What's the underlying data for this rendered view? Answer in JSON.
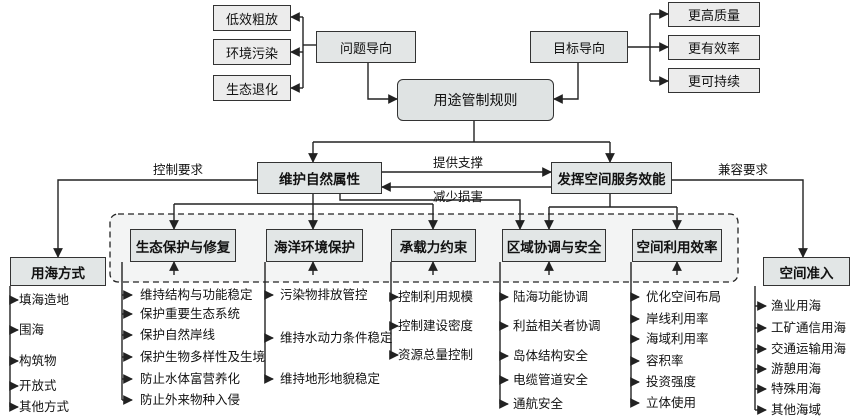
{
  "top_left": {
    "title": "问题导向",
    "items": [
      "低效粗放",
      "环境污染",
      "生态退化"
    ]
  },
  "top_right": {
    "title": "目标导向",
    "items": [
      "更高质量",
      "更有效率",
      "更可持续"
    ]
  },
  "center": "用途管制规则",
  "natural": "维护自然属性",
  "service": "发挥空间服务效能",
  "edge_labels": {
    "control": "控制要求",
    "support": "提供支撑",
    "reduce": "减少损害",
    "compat": "兼容要求"
  },
  "sea_use": {
    "title": "用海方式",
    "items": [
      "填海造地",
      "围海",
      "构筑物",
      "开放式",
      "其他方式"
    ]
  },
  "access": {
    "title": "空间准入",
    "items": [
      "渔业用海",
      "工矿通信用海",
      "交通运输用海",
      "游憩用海",
      "特殊用海",
      "其他海域"
    ]
  },
  "categories": [
    {
      "title": "生态保护与修复",
      "items": [
        "维持结构与功能稳定",
        "保护重要生态系统",
        "保护自然岸线",
        "保护生物多样性及生境",
        "防止水体富营养化",
        "防止外来物种入侵"
      ]
    },
    {
      "title": "海洋环境保护",
      "items": [
        "污染物排放管控",
        "维持水动力条件稳定",
        "维持地形地貌稳定"
      ]
    },
    {
      "title": "承载力约束",
      "items": [
        "控制利用规模",
        "控制建设密度",
        "资源总量控制"
      ]
    },
    {
      "title": "区域协调与安全",
      "items": [
        "陆海功能协调",
        "利益相关者协调",
        "岛体结构安全",
        "电缆管道安全",
        "通航安全"
      ]
    },
    {
      "title": "空间利用效率",
      "items": [
        "优化空间布局",
        "岸线利用率",
        "海域利用率",
        "容积率",
        "投资强度",
        "立体使用"
      ]
    }
  ]
}
